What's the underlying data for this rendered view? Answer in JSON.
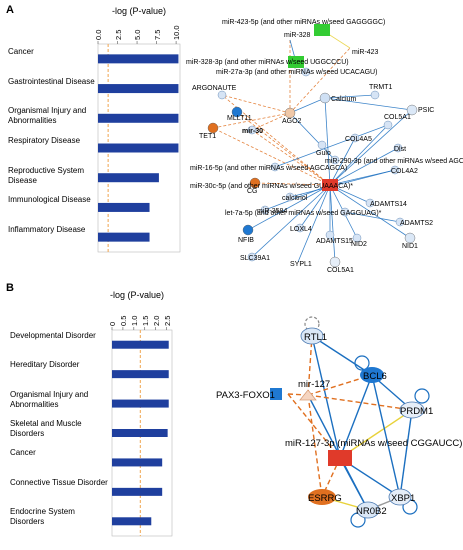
{
  "panels": [
    {
      "letter": "A"
    },
    {
      "letter": "B"
    }
  ],
  "chart_data": [
    {
      "type": "bar",
      "panel": "A",
      "title": "",
      "xlabel": "-log (P-value)",
      "xlim": [
        0,
        10.5
      ],
      "ticks": [
        "0.0",
        "2.5",
        "5.0",
        "7.5",
        "10.0"
      ],
      "tick_values": [
        0,
        2.5,
        5.0,
        7.5,
        10.0
      ],
      "categories": [
        "Cancer",
        "Gastrointestinal Disease",
        "Organismal Injury and Abnormalities",
        "Respiratory Disease",
        "Reproductive System Disease",
        "Immunological Disease",
        "Inflammatory Disease"
      ],
      "values": [
        10.3,
        10.3,
        10.3,
        10.3,
        7.8,
        6.6,
        6.6
      ],
      "threshold": 1.3,
      "bar_color": "#1f3f9e"
    },
    {
      "type": "bar",
      "panel": "B",
      "title": "",
      "xlabel": "-log (P-value)",
      "xlim": [
        0,
        2.75
      ],
      "ticks": [
        "0",
        "0.5",
        "1.0",
        "1.5",
        "2.0",
        "2.5"
      ],
      "tick_values": [
        0,
        0.5,
        1.0,
        1.5,
        2.0,
        2.5
      ],
      "categories": [
        "Developmental Disorder",
        "Hereditary Disorder",
        "Organismal Injury and Abnormalities",
        "Skeletal and Muscle Disorders",
        "Cancer",
        "Connective Tissue Disorder",
        "Endocrine System Disorders"
      ],
      "values": [
        2.6,
        2.6,
        2.6,
        2.55,
        2.3,
        2.3,
        1.8
      ],
      "threshold": 1.3,
      "bar_color": "#1f3f9e"
    }
  ],
  "networkA": {
    "labels": [
      "miR-423-5p (and other miRNAs w/seed GAGGGGC)",
      "miR-328",
      "miR-423",
      "miR-328-3p (and other miRNAs w/seed UGGCCCU)",
      "miR-27a-3p (and other miRNAs w/seed UCACAGU)",
      "ARGONAUTE",
      "MLLT11",
      "AGO2",
      "Calcium",
      "TRMT1",
      "PSIC",
      "COL5A1",
      "TET1",
      "mir-30",
      "Gulo",
      "COL4A5",
      "Dlst",
      "miR-290-3p (and other miRNAs w/seed AGCACCA)",
      "miR-16-5p (and other miRNAs w/seed AGCAGCA)",
      "COL4A2",
      "miR-30c-5p (and other miRNAs w/seed GUAAACA)*",
      "CG",
      "calcitriol",
      "ADAMTS14",
      "let-7a-5p (and other miRNAs w/seed GAGGUAG)*",
      "ADAMTS2",
      "miR-3584",
      "NFIB",
      "LOXL4",
      "ADAMTS15",
      "NID2",
      "NID1",
      "SLC39A1",
      "SYPL1",
      "COL5A1"
    ]
  },
  "networkB": {
    "labels": [
      "RTL1",
      "BCL6",
      "PAX3-FOXO1",
      "mir-127",
      "PRDM1",
      "miR-127-3p (miRNAs w/seed CGGAUCC)",
      "ESRRG",
      "XBP1",
      "NR0B2"
    ]
  },
  "colors": {
    "bar": "#1f3f9e",
    "threshold": "#f2b36b",
    "blue_node": "#1f78d1",
    "red_node": "#e03a2a",
    "green_node": "#33cc33",
    "orange_node": "#e07020",
    "edge_blue": "#1b6fc0",
    "edge_orange": "#e07020",
    "edge_yellow": "#e8d23a",
    "edge_gray": "#999999"
  }
}
